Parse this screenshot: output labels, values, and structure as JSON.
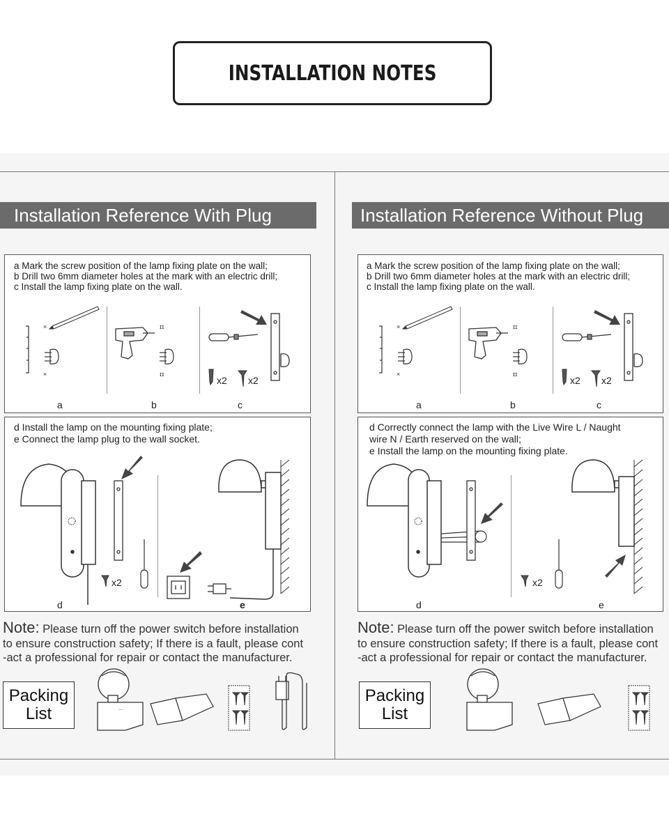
{
  "header": {
    "title": "INSTALLATION NOTES"
  },
  "left": {
    "banner": "Installation Reference With Plug",
    "steps_top": [
      "a  Mark the  screw position of the lamp fixing plate on the wall;",
      "b  Drill two 6mm diameter holes at the mark with an electric drill;",
      "c  Install the lamp fixing plate on the wall."
    ],
    "fig_top_labels": [
      "a",
      "b",
      "c"
    ],
    "qty_labels": [
      "x2",
      "x2"
    ],
    "steps_bottom": [
      "d   Install the lamp on the mounting fixing plate;",
      "e   Connect  the lamp plug to the wall  socket."
    ],
    "fig_bottom_labels": [
      "d",
      "e"
    ],
    "qty_bottom": "x2",
    "note_head": "Note:",
    "note_lines": [
      " Please turn off the power switch before installation",
      "to ensure construction safety; If there is a fault, please cont",
      "-act a professional for repair or contact the manufacturer."
    ],
    "packing": [
      "Packing",
      "List"
    ]
  },
  "right": {
    "banner": "Installation Reference Without Plug",
    "steps_top": [
      "a  Mark the  screw position of the lamp fixing plate on the wall;",
      "b  Drill two 6mm diameter holes at the mark with an electric drill;",
      "c  Install the lamp fixing plate on the wall."
    ],
    "fig_top_labels": [
      "a",
      "b",
      "c"
    ],
    "qty_labels": [
      "x2",
      "x2"
    ],
    "steps_bottom": [
      "d  Correctly connect the lamp with the Live Wire L / Naught",
      "     wire N / Earth reserved on the wall;",
      "e  Install the lamp on the mounting fixing plate."
    ],
    "fig_bottom_labels": [
      "d",
      "e"
    ],
    "qty_bottom": "x2",
    "note_head": "Note:",
    "note_lines": [
      " Please turn off the power switch before installation",
      "to ensure construction safety; If there is a fault, please cont",
      "-act a professional for repair or contact the manufacturer."
    ],
    "packing": [
      "Packing",
      "List"
    ]
  },
  "colors": {
    "banner": "#6b6b6b",
    "sheet": "#f5f5f5",
    "line": "#777777"
  }
}
